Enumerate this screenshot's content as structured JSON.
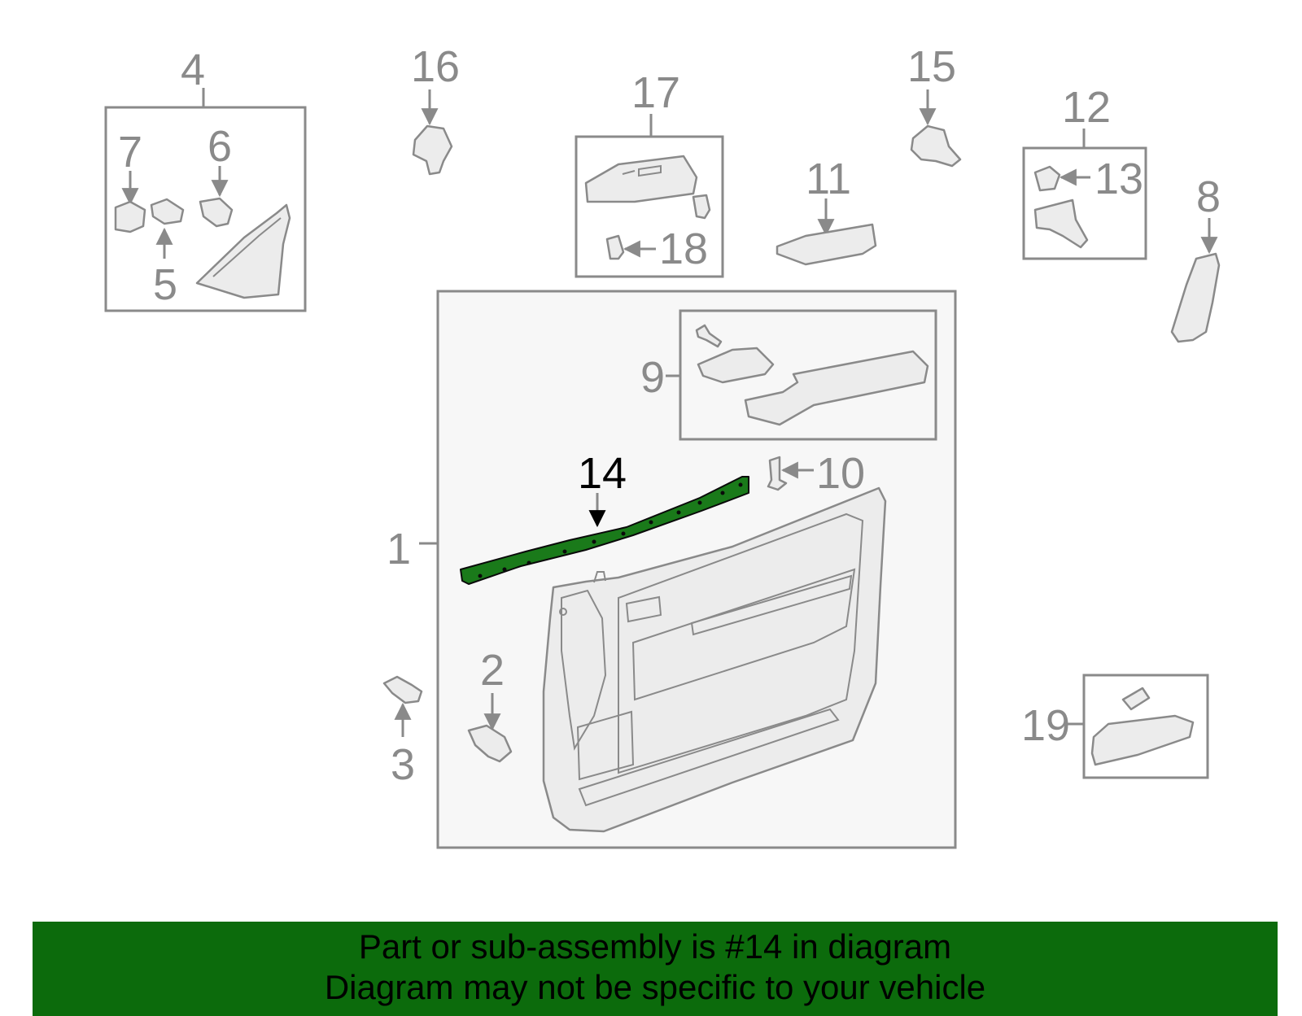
{
  "diagram": {
    "highlight_color": "#1a7a1a",
    "callouts": {
      "c1": "1",
      "c2": "2",
      "c3": "3",
      "c4": "4",
      "c5": "5",
      "c6": "6",
      "c7": "7",
      "c8": "8",
      "c9": "9",
      "c10": "10",
      "c11": "11",
      "c12": "12",
      "c13": "13",
      "c14": "14",
      "c15": "15",
      "c16": "16",
      "c17": "17",
      "c18": "18",
      "c19": "19"
    },
    "highlighted_part": "14"
  },
  "banner": {
    "line1": "Part or sub-assembly is #14 in diagram",
    "line2": "Diagram may not be specific to your vehicle",
    "background": "#0c6b0c"
  }
}
